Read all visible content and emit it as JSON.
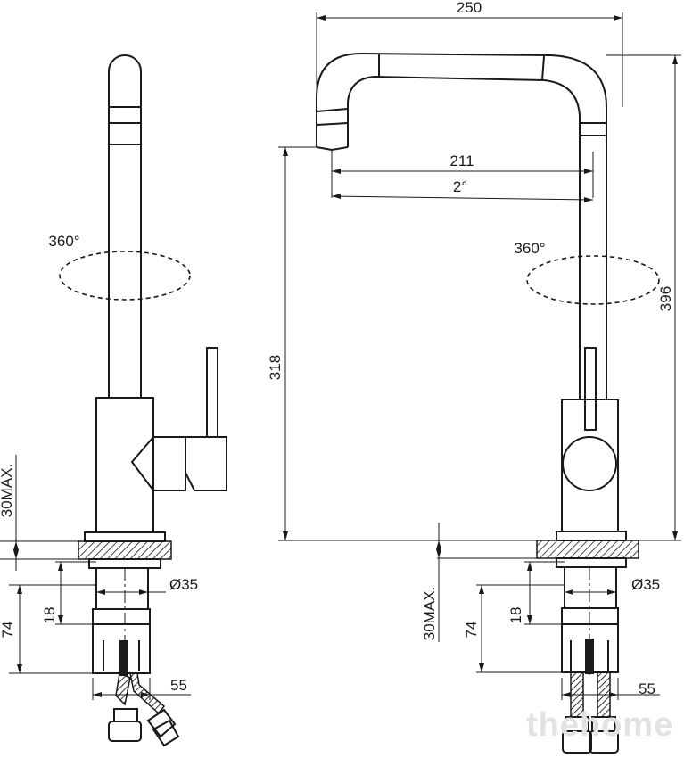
{
  "labels": {
    "width_250": "250",
    "reach_211": "211",
    "angle_2": "2°",
    "rotation_left": "360°",
    "rotation_right": "360°",
    "height_396": "396",
    "height_318": "318",
    "diam_left": "Ø35",
    "diam_right": "Ø35",
    "max_left": "30MAX.",
    "max_right": "30MAX.",
    "h74_left": "74",
    "h74_right": "74",
    "h18_left": "18",
    "h18_right": "18",
    "w55_left": "55",
    "w55_right": "55"
  },
  "watermark": "thehome"
}
